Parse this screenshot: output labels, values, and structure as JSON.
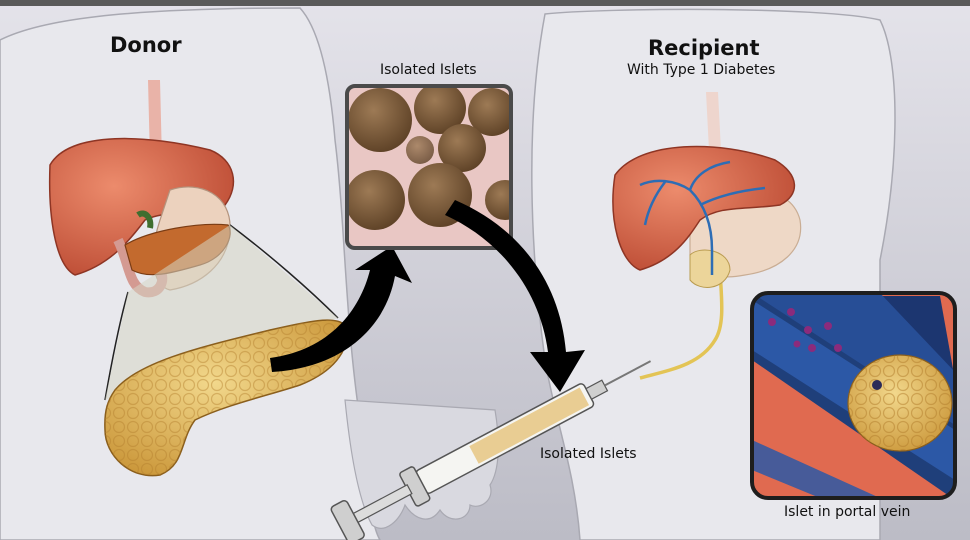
{
  "donor": {
    "title": "Donor"
  },
  "recipient": {
    "title": "Recipient",
    "subtitle": "With Type 1 Diabetes"
  },
  "labels": {
    "isolated_islets_top": "Isolated Islets",
    "isolated_islets_syringe": "Isolated Islets",
    "portal_vein": "Islet in portal vein"
  },
  "colors": {
    "background_top": "#e4e3ea",
    "background_bottom": "#bcbcc6",
    "body_silhouette": "#e7e7ec",
    "liver": "#d9644a",
    "pancreas": "#e2b457",
    "stomach": "#eccfb8",
    "vein": "#2d4f8e",
    "arrow": "#000000"
  }
}
